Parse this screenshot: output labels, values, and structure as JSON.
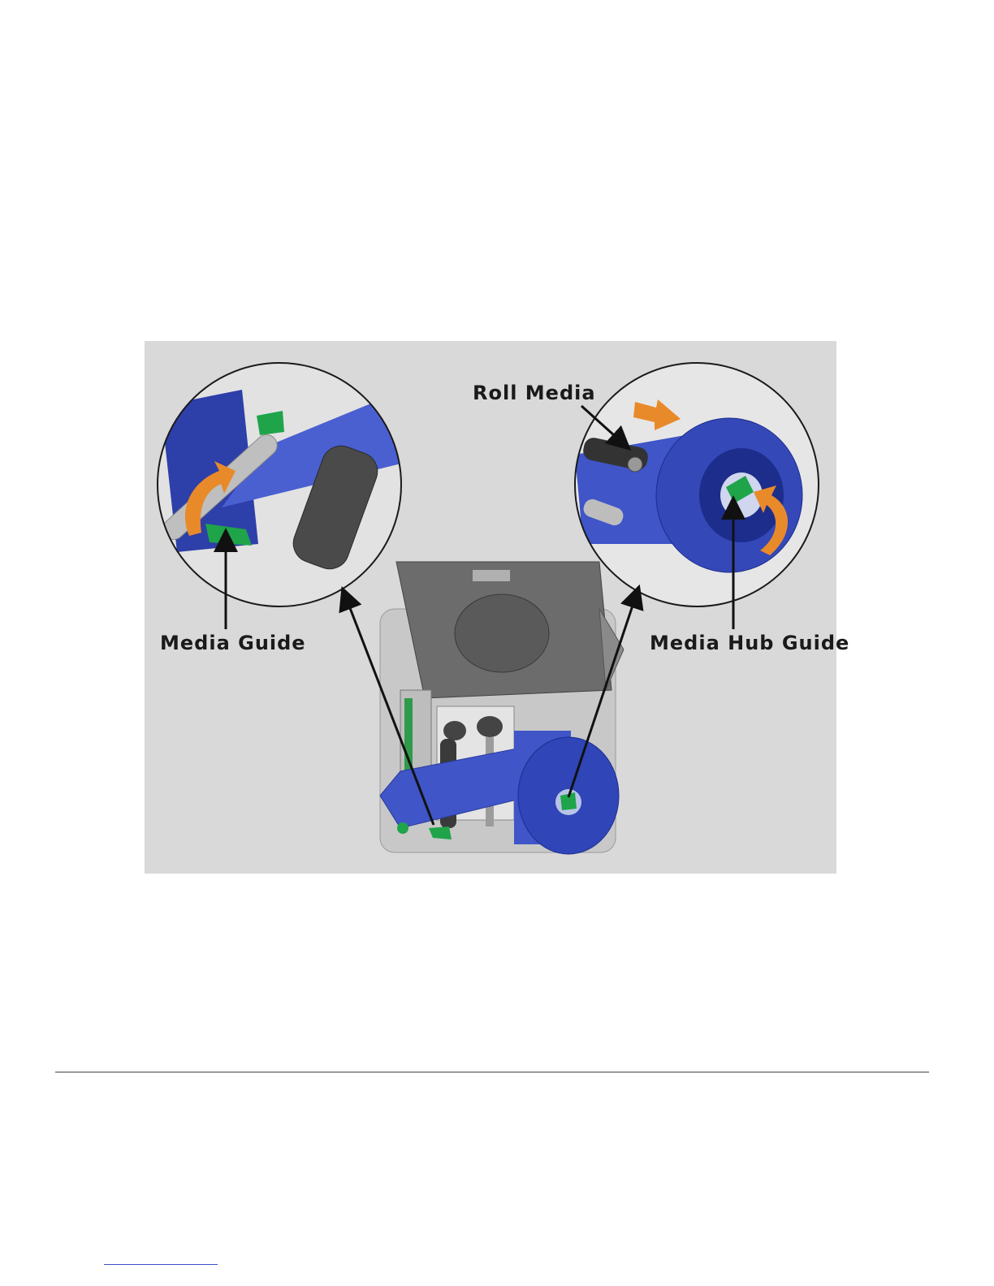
{
  "figure": {
    "labels": {
      "roll_media": "Roll Media",
      "media_guide": "Media Guide",
      "media_hub_guide": "Media Hub Guide"
    },
    "colors": {
      "media_blue": "#3f55c8",
      "media_dark_blue": "#1d2d8c",
      "guide_green": "#1fa44a",
      "arrow_orange": "#e98a2a",
      "printer_gray": "#cfcfcf"
    }
  }
}
